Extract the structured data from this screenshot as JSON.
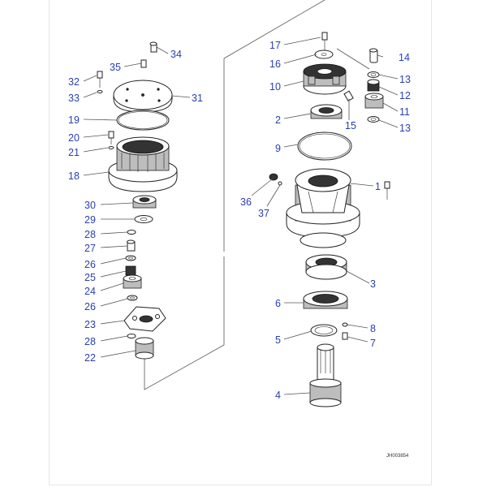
{
  "diagram": {
    "document_id": "JH003854",
    "part_numbers": [
      {
        "label": "1"
      },
      {
        "label": "2"
      },
      {
        "label": "3"
      },
      {
        "label": "4"
      },
      {
        "label": "5"
      },
      {
        "label": "6"
      },
      {
        "label": "7"
      },
      {
        "label": "8"
      },
      {
        "label": "9"
      },
      {
        "label": "10"
      },
      {
        "label": "11"
      },
      {
        "label": "12"
      },
      {
        "label": "13"
      },
      {
        "label": "13"
      },
      {
        "label": "14"
      },
      {
        "label": "15"
      },
      {
        "label": "16"
      },
      {
        "label": "17"
      },
      {
        "label": "18"
      },
      {
        "label": "19"
      },
      {
        "label": "20"
      },
      {
        "label": "21"
      },
      {
        "label": "22"
      },
      {
        "label": "23"
      },
      {
        "label": "24"
      },
      {
        "label": "25"
      },
      {
        "label": "26"
      },
      {
        "label": "26"
      },
      {
        "label": "27"
      },
      {
        "label": "28"
      },
      {
        "label": "28"
      },
      {
        "label": "29"
      },
      {
        "label": "30"
      },
      {
        "label": "31"
      },
      {
        "label": "32"
      },
      {
        "label": "33"
      },
      {
        "label": "34"
      },
      {
        "label": "35"
      },
      {
        "label": "36"
      },
      {
        "label": "37"
      }
    ]
  }
}
